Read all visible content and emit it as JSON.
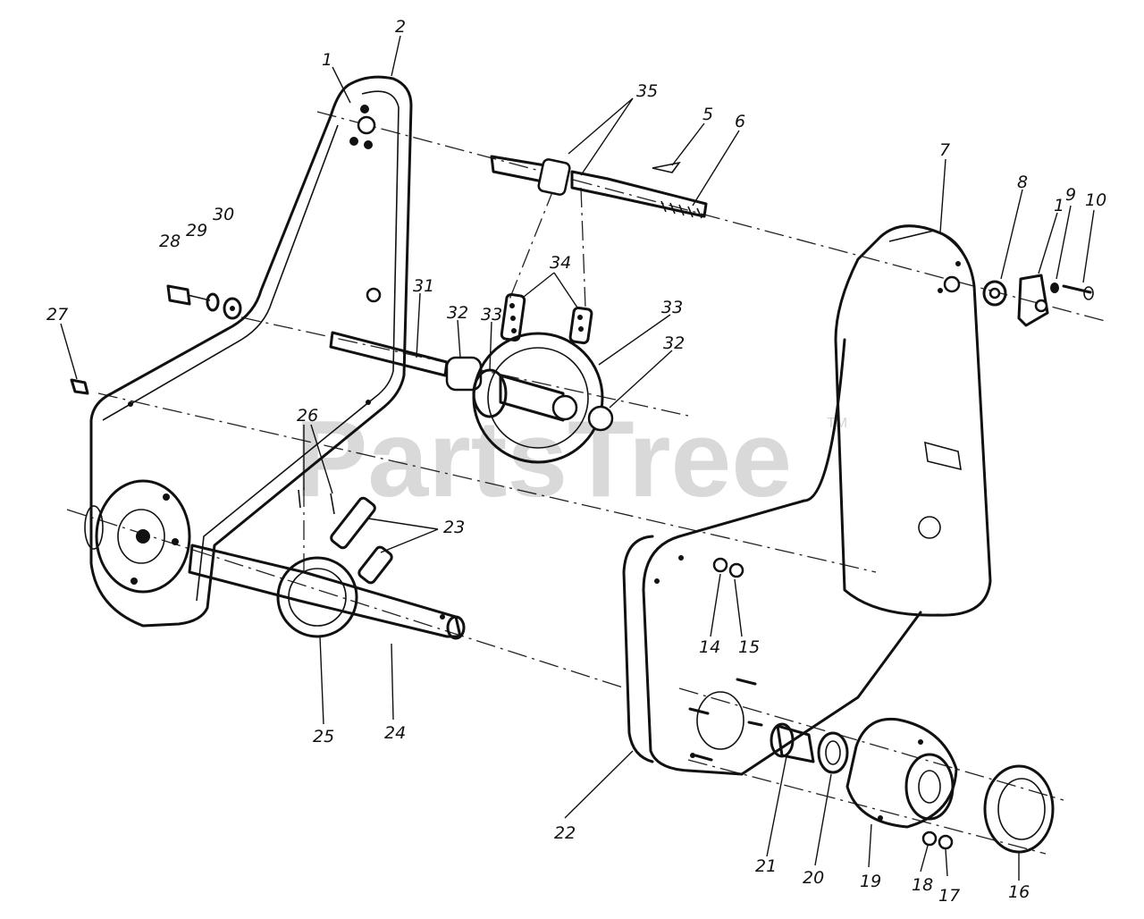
{
  "watermark": {
    "text": "PartsTree",
    "trademark": "TM"
  },
  "callouts": [
    {
      "id": "c1a",
      "text": "1"
    },
    {
      "id": "c2",
      "text": "2"
    },
    {
      "id": "c35",
      "text": "35"
    },
    {
      "id": "c5",
      "text": "5"
    },
    {
      "id": "c6",
      "text": "6"
    },
    {
      "id": "c7",
      "text": "7"
    },
    {
      "id": "c8",
      "text": "8"
    },
    {
      "id": "c1b",
      "text": "1"
    },
    {
      "id": "c9",
      "text": "9"
    },
    {
      "id": "c10",
      "text": "10"
    },
    {
      "id": "c28",
      "text": "28"
    },
    {
      "id": "c29",
      "text": "29"
    },
    {
      "id": "c30",
      "text": "30"
    },
    {
      "id": "c34",
      "text": "34"
    },
    {
      "id": "c27",
      "text": "27"
    },
    {
      "id": "c31",
      "text": "31"
    },
    {
      "id": "c32a",
      "text": "32"
    },
    {
      "id": "c33a",
      "text": "33"
    },
    {
      "id": "c33b",
      "text": "33"
    },
    {
      "id": "c32b",
      "text": "32"
    },
    {
      "id": "c26",
      "text": "26"
    },
    {
      "id": "c23",
      "text": "23"
    },
    {
      "id": "c14",
      "text": "14"
    },
    {
      "id": "c15",
      "text": "15"
    },
    {
      "id": "c25",
      "text": "25"
    },
    {
      "id": "c24",
      "text": "24"
    },
    {
      "id": "c22",
      "text": "22"
    },
    {
      "id": "c21",
      "text": "21"
    },
    {
      "id": "c20",
      "text": "20"
    },
    {
      "id": "c19",
      "text": "19"
    },
    {
      "id": "c18",
      "text": "18"
    },
    {
      "id": "c17",
      "text": "17"
    },
    {
      "id": "c16",
      "text": "16"
    }
  ]
}
